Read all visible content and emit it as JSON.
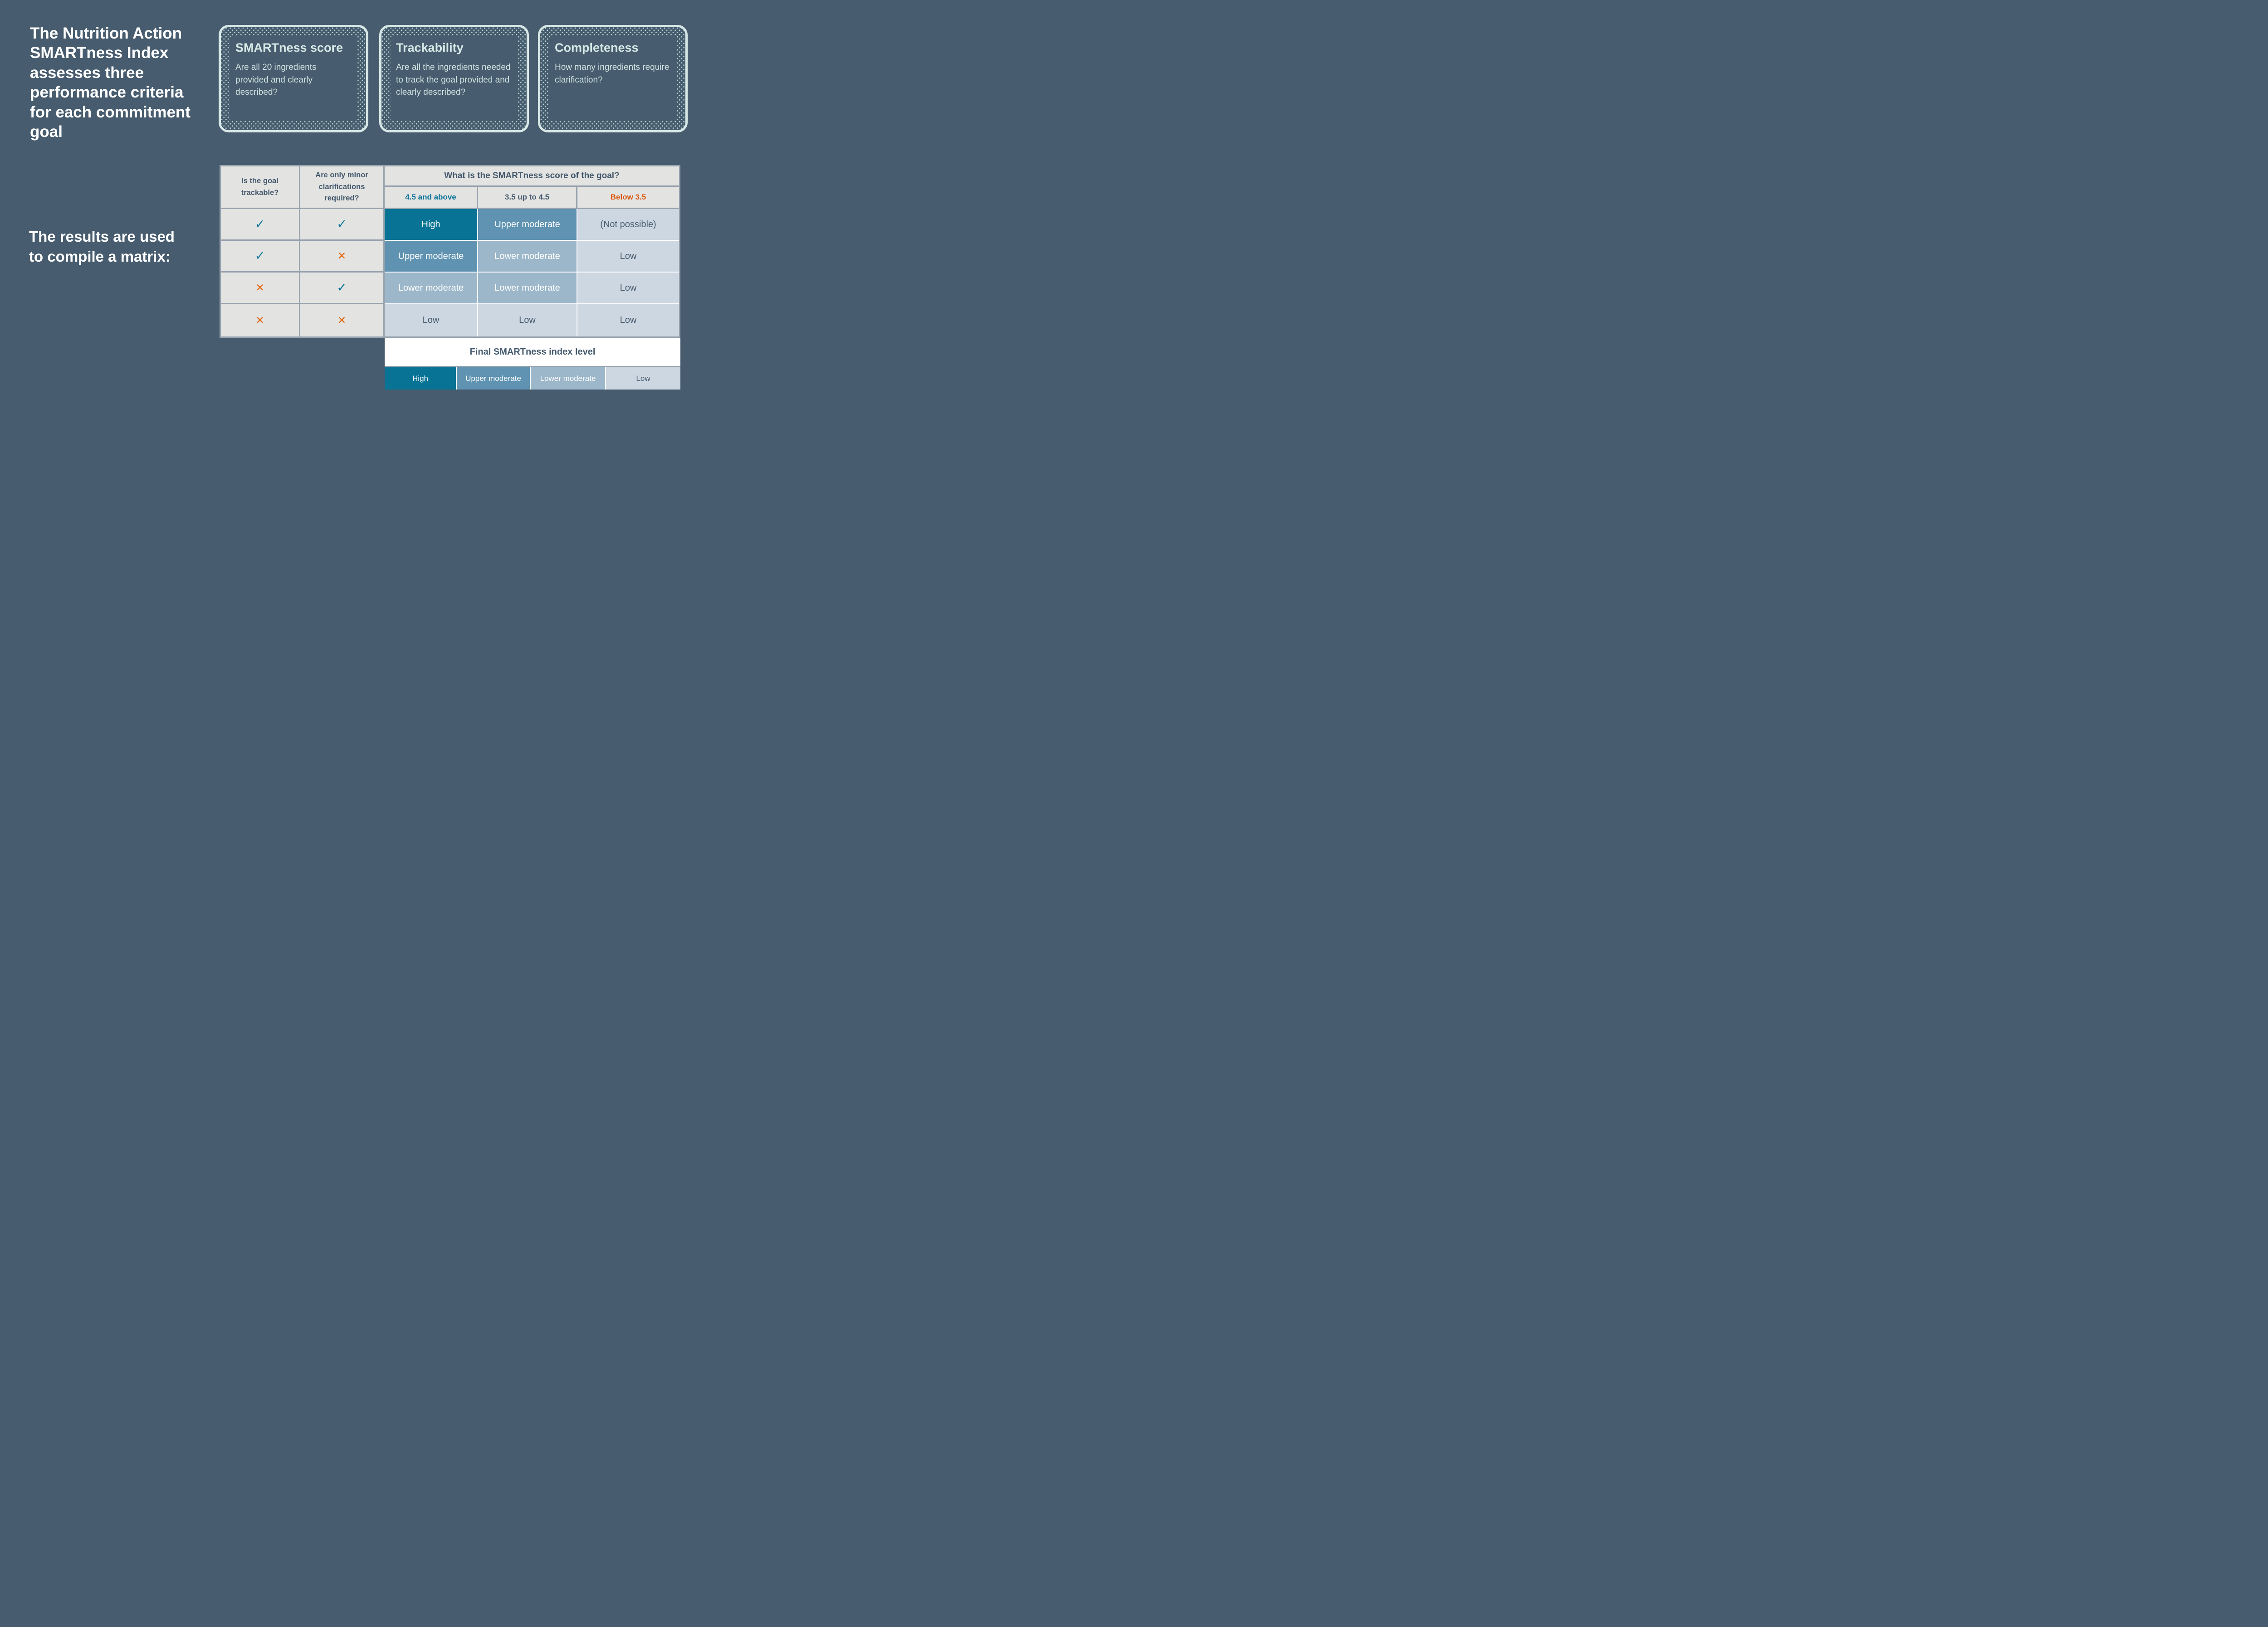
{
  "intro": {
    "title": "The Nutrition Action SMARTness Index assesses three performance criteria for each commitment goal",
    "note_line1": "The results are used",
    "note_line2": "to compile a matrix:"
  },
  "cards": [
    {
      "title": "SMARTness score",
      "description": "Are all 20 ingredients provided and clearly described?"
    },
    {
      "title": "Trackability",
      "description": "Are all the ingredients needed to track the goal provided and clearly described?"
    },
    {
      "title": "Completeness",
      "description": "How many ingredients require clarification?"
    }
  ],
  "table": {
    "row_question_1": "Is the goal trackable?",
    "row_question_2": "Are only minor clarifications required?",
    "score_question": "What is the SMARTness score of the goal?",
    "bands": [
      "4.5 and above",
      "3.5 up to 4.5",
      "Below 3.5"
    ],
    "rows": [
      {
        "marks": [
          "✓",
          "✓"
        ],
        "cells": [
          "High",
          "Upper moderate",
          "(Not possible)"
        ]
      },
      {
        "marks": [
          "✓",
          "✕"
        ],
        "cells": [
          "Upper moderate",
          "Lower moderate",
          "Low"
        ]
      },
      {
        "marks": [
          "✕",
          "✓"
        ],
        "cells": [
          "Lower moderate",
          "Lower moderate",
          "Low"
        ]
      },
      {
        "marks": [
          "✕",
          "✕"
        ],
        "cells": [
          "Low",
          "Low",
          "Low"
        ]
      }
    ],
    "footer_label": "Final SMARTness index level",
    "legend": [
      "High",
      "Upper moderate",
      "Lower moderate",
      "Low"
    ]
  },
  "colors": {
    "background": "#475c6e",
    "card_border": "#d8e8e6",
    "card_dots": "#b7d6d3",
    "card_text": "#cfe3e1",
    "header_cell_bg": "#e3e3e1",
    "grid_line": "#97a2ae",
    "dark_slate_text": "#44596d",
    "teal_accent": "#0c7599",
    "orange_accent": "#d95a13",
    "high_bg": "#087394",
    "upper_moderate_bg": "#5f93b1",
    "lower_moderate_bg": "#9cb7ca",
    "low_bg": "#cdd7e1",
    "check_mark": "#0c7599",
    "cross_mark": "#e2660f",
    "footer_bar_bg": "#ffffff"
  }
}
